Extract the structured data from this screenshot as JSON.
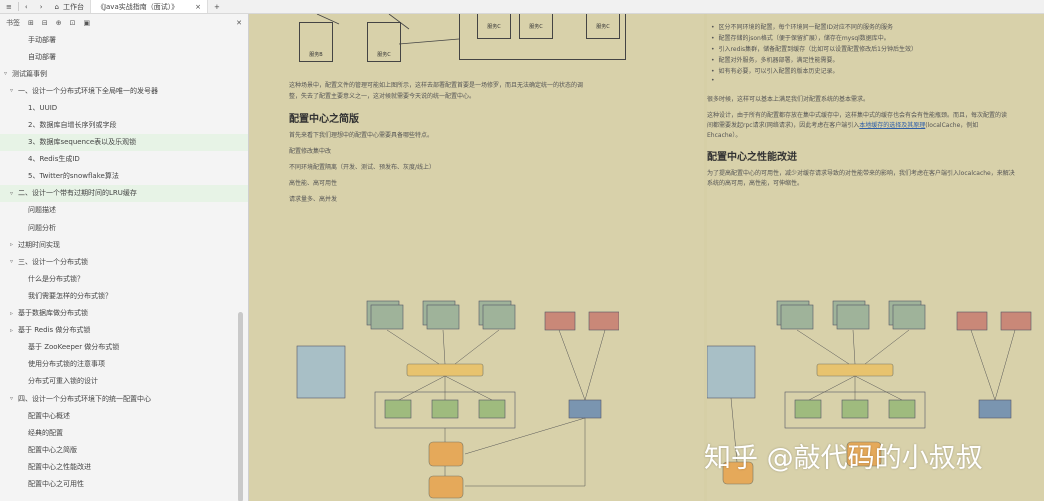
{
  "tabbar": {
    "home_label": "工作台",
    "active_tab": "《Java实战指南（面试）》",
    "close_icon": "close-icon",
    "new_tab_icon": "plus-icon"
  },
  "sidebar": {
    "header_label": "书签",
    "items": [
      {
        "label": "手动部署",
        "indent": 2,
        "active": false,
        "arrow": ""
      },
      {
        "label": "自动部署",
        "indent": 2,
        "active": false,
        "arrow": ""
      },
      {
        "label": "测试篇事例",
        "indent": 0,
        "active": false,
        "arrow": "▿"
      },
      {
        "label": "一、设计一个分布式环境下全局唯一的发号器",
        "indent": 1,
        "active": false,
        "arrow": "▿"
      },
      {
        "label": "1、UUID",
        "indent": 2,
        "active": false,
        "arrow": ""
      },
      {
        "label": "2、数据库自增长序列或字段",
        "indent": 2,
        "active": false,
        "arrow": ""
      },
      {
        "label": "3、数据库sequence表以及乐观锁",
        "indent": 2,
        "active": true,
        "arrow": ""
      },
      {
        "label": "4、Redis生成ID",
        "indent": 2,
        "active": false,
        "arrow": ""
      },
      {
        "label": "5、Twitter的snowflake算法",
        "indent": 2,
        "active": false,
        "arrow": ""
      },
      {
        "label": "二、设计一个带有过期时间的LRU缓存",
        "indent": 1,
        "active": true,
        "arrow": "▿"
      },
      {
        "label": "问题描述",
        "indent": 2,
        "active": false,
        "arrow": ""
      },
      {
        "label": "问题分析",
        "indent": 2,
        "active": false,
        "arrow": ""
      },
      {
        "label": "过期时间实现",
        "indent": 1,
        "active": false,
        "arrow": "▹"
      },
      {
        "label": "三、设计一个分布式锁",
        "indent": 1,
        "active": false,
        "arrow": "▿"
      },
      {
        "label": "什么是分布式锁？",
        "indent": 2,
        "active": false,
        "arrow": ""
      },
      {
        "label": "我们需要怎样的分布式锁？",
        "indent": 2,
        "active": false,
        "arrow": ""
      },
      {
        "label": "基于数据库做分布式锁",
        "indent": 1,
        "active": false,
        "arrow": "▹"
      },
      {
        "label": "基于 Redis 做分布式锁",
        "indent": 1,
        "active": false,
        "arrow": "▹"
      },
      {
        "label": "基于 ZooKeeper 做分布式锁",
        "indent": 2,
        "active": false,
        "arrow": ""
      },
      {
        "label": "使用分布式锁的注意事项",
        "indent": 2,
        "active": false,
        "arrow": ""
      },
      {
        "label": "分布式可重入锁的设计",
        "indent": 2,
        "active": false,
        "arrow": ""
      },
      {
        "label": "四、设计一个分布式环境下的统一配置中心",
        "indent": 1,
        "active": false,
        "arrow": "▿"
      },
      {
        "label": "配置中心概述",
        "indent": 2,
        "active": false,
        "arrow": ""
      },
      {
        "label": "经典的配置",
        "indent": 2,
        "active": false,
        "arrow": ""
      },
      {
        "label": "配置中心之简版",
        "indent": 2,
        "active": false,
        "arrow": ""
      },
      {
        "label": "配置中心之性能改进",
        "indent": 2,
        "active": false,
        "arrow": ""
      },
      {
        "label": "配置中心之可用性",
        "indent": 2,
        "active": false,
        "arrow": ""
      }
    ]
  },
  "left_page": {
    "services": [
      "服务B",
      "服务C",
      "服务C",
      "服务C",
      "服务C"
    ],
    "para1": "这种场景中，配置文件的管理可能如上图所示，这样去部署配置首要是一场修罗，而且无法确定统一的状态的调",
    "para1b": "整，失去了配置主要意义之一，这对候就需要今天说的统一配置中心。",
    "heading": "配置中心之简版",
    "para2": "首先来看下我们理想中的配置中心需要具备哪些特点。",
    "list": [
      "配置修改集中改",
      "不同环境配置隔离（开发、测试、预发布、灰度/线上）",
      "高性能、高可用性",
      "请求量多、高并发"
    ]
  },
  "right_page": {
    "bullets": [
      "区分不同环境的配置，每个环境同一配置ID对应不同的服务的服务",
      "配置存储的json格式（便于保留扩展），储存在mysql数据库中。",
      "引入redis集群，储备配置到缓存（比如可以设置配置修改后1分钟后生效）",
      "配置对外服务，多机器部署，满足性能需要。",
      "如有有必要，可以引入配置的版本历史记录。",
      ""
    ],
    "para1": "很多时候，这样可以基本上满足我们对配置系统的基本需求。",
    "para2": "这种设计，由于所有的配置都存放在集中式缓存中，这样集中式的缓存也会有会有性能瓶颈。而且，每次配置的读",
    "para2b": "间都需要发起rpc请求(网络请求)，因此考虑在客户端引入",
    "link": "本地缓存的选择及其原理",
    "para2c": "(localCache，例如",
    "para2d": "Ehcache）。",
    "heading": "配置中心之性能改进",
    "para3": "为了提高配置中心的可用性，减少对缓存请求导致的对性能带来的影响，我们考虑在客户端引入localcache，来解决",
    "para3b": "系统的高可用，高性能，可伸缩性。"
  },
  "watermark": "知乎 @敲代码的小叔叔"
}
